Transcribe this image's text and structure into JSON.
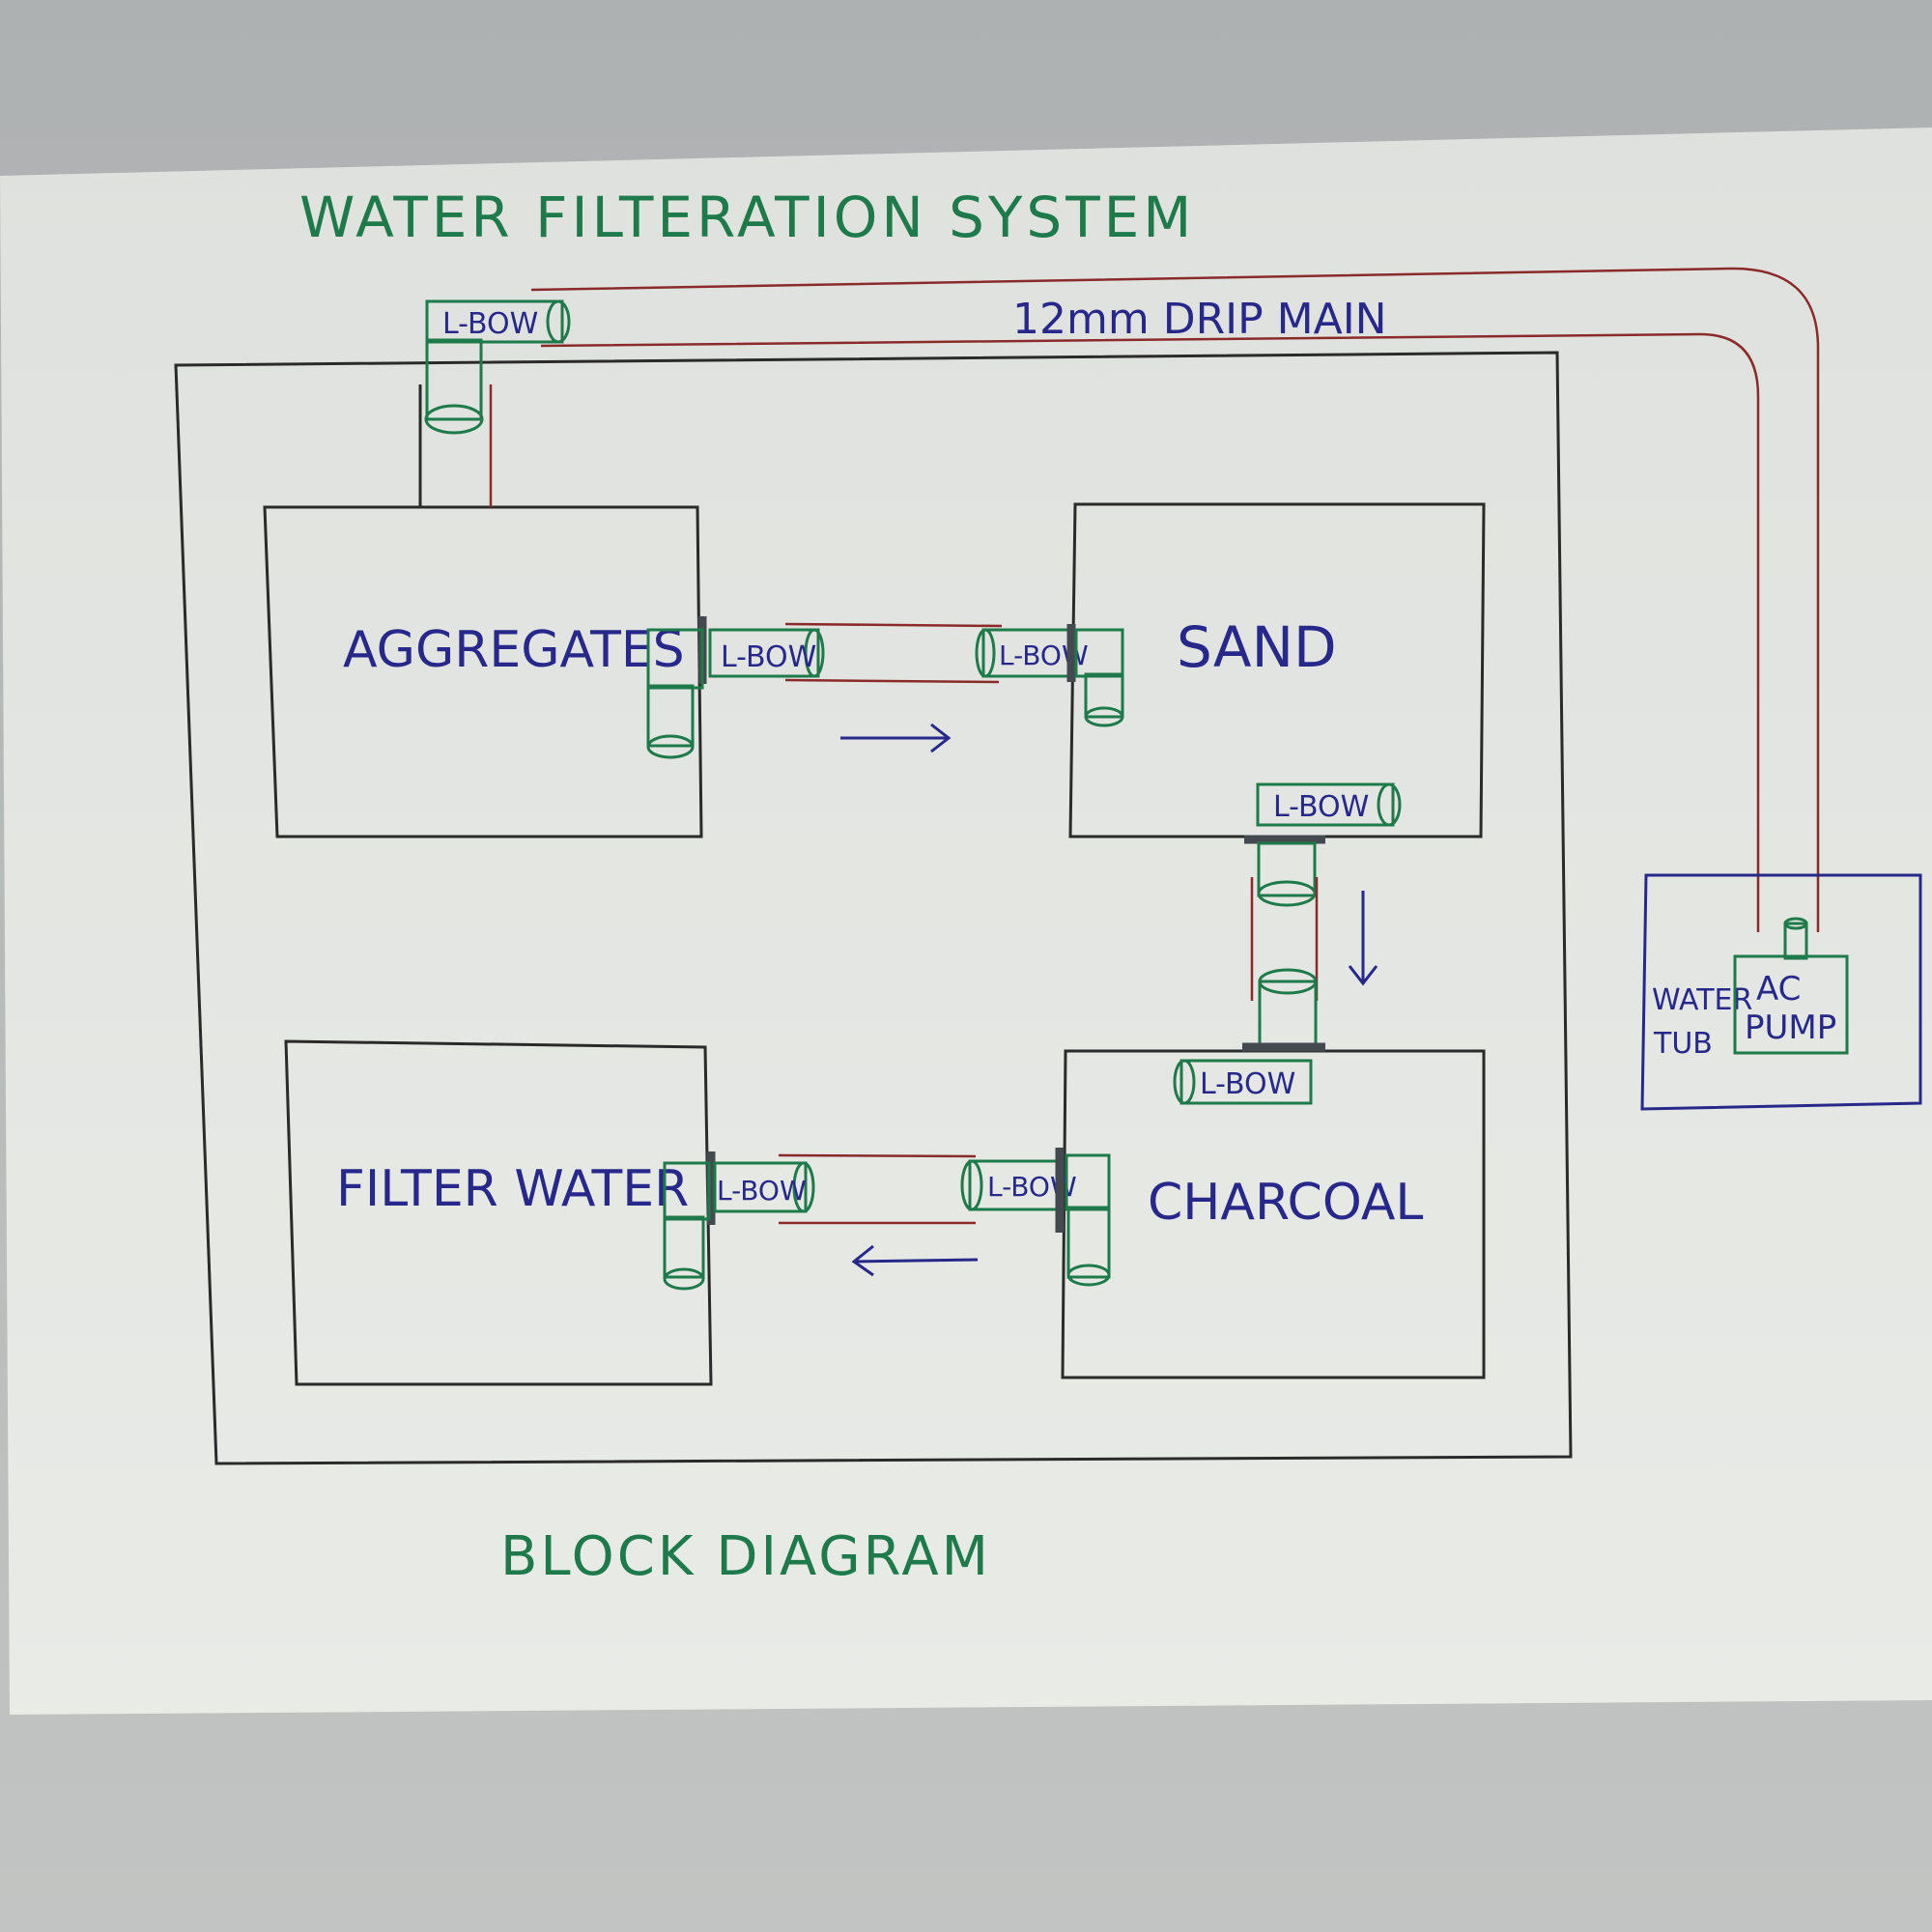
{
  "title": "WATER FILTERATION SYSTEM",
  "caption": "BLOCK DIAGRAM",
  "pipe_label": "12mm DRIP MAIN",
  "fitting_label": "L-BOW",
  "chambers": {
    "aggregates": "AGGREGATES",
    "sand": "SAND",
    "charcoal": "CHARCOAL",
    "filter_water": "FILTER WATER"
  },
  "tub": {
    "line1": "WATER",
    "line2": "TUB",
    "pump_line1": "AC",
    "pump_line2": "PUMP"
  },
  "colors": {
    "green_ink": "#1e7a4a",
    "blue_ink": "#27288a",
    "black_ink": "#2a2a2a",
    "red_ink": "#8a2a2a",
    "paper": "#e6e8e4"
  }
}
